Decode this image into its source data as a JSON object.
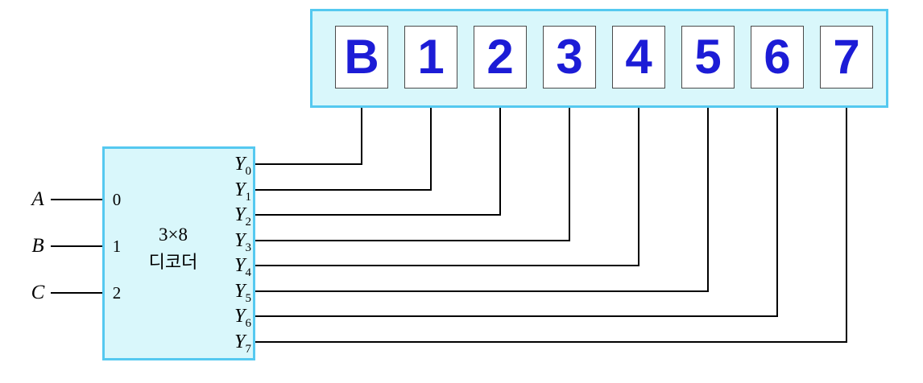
{
  "display": {
    "cells": [
      "B",
      "1",
      "2",
      "3",
      "4",
      "5",
      "6",
      "7"
    ]
  },
  "decoder": {
    "title_lines": [
      "3×8",
      "디코더"
    ],
    "inputs": [
      {
        "label": "A",
        "pin": "0"
      },
      {
        "label": "B",
        "pin": "1"
      },
      {
        "label": "C",
        "pin": "2"
      }
    ],
    "outputs": [
      {
        "base": "Y",
        "sub": "0"
      },
      {
        "base": "Y",
        "sub": "1"
      },
      {
        "base": "Y",
        "sub": "2"
      },
      {
        "base": "Y",
        "sub": "3"
      },
      {
        "base": "Y",
        "sub": "4"
      },
      {
        "base": "Y",
        "sub": "5"
      },
      {
        "base": "Y",
        "sub": "6"
      },
      {
        "base": "Y",
        "sub": "7"
      }
    ]
  },
  "connections": [
    {
      "from": "Y0",
      "to_cell": "B"
    },
    {
      "from": "Y1",
      "to_cell": "1"
    },
    {
      "from": "Y2",
      "to_cell": "2"
    },
    {
      "from": "Y3",
      "to_cell": "3"
    },
    {
      "from": "Y4",
      "to_cell": "4"
    },
    {
      "from": "Y5",
      "to_cell": "5"
    },
    {
      "from": "Y6",
      "to_cell": "6"
    },
    {
      "from": "Y7",
      "to_cell": "7"
    },
    {
      "from": "A",
      "to_pin": "0"
    },
    {
      "from": "B",
      "to_pin": "1"
    },
    {
      "from": "C",
      "to_pin": "2"
    }
  ],
  "colors": {
    "panel_fill": "#d9f7fb",
    "panel_border": "#55c9f0",
    "cell_border": "#4a4a4a",
    "digit_blue": "#1c1cd6",
    "wire_black": "#000000"
  }
}
